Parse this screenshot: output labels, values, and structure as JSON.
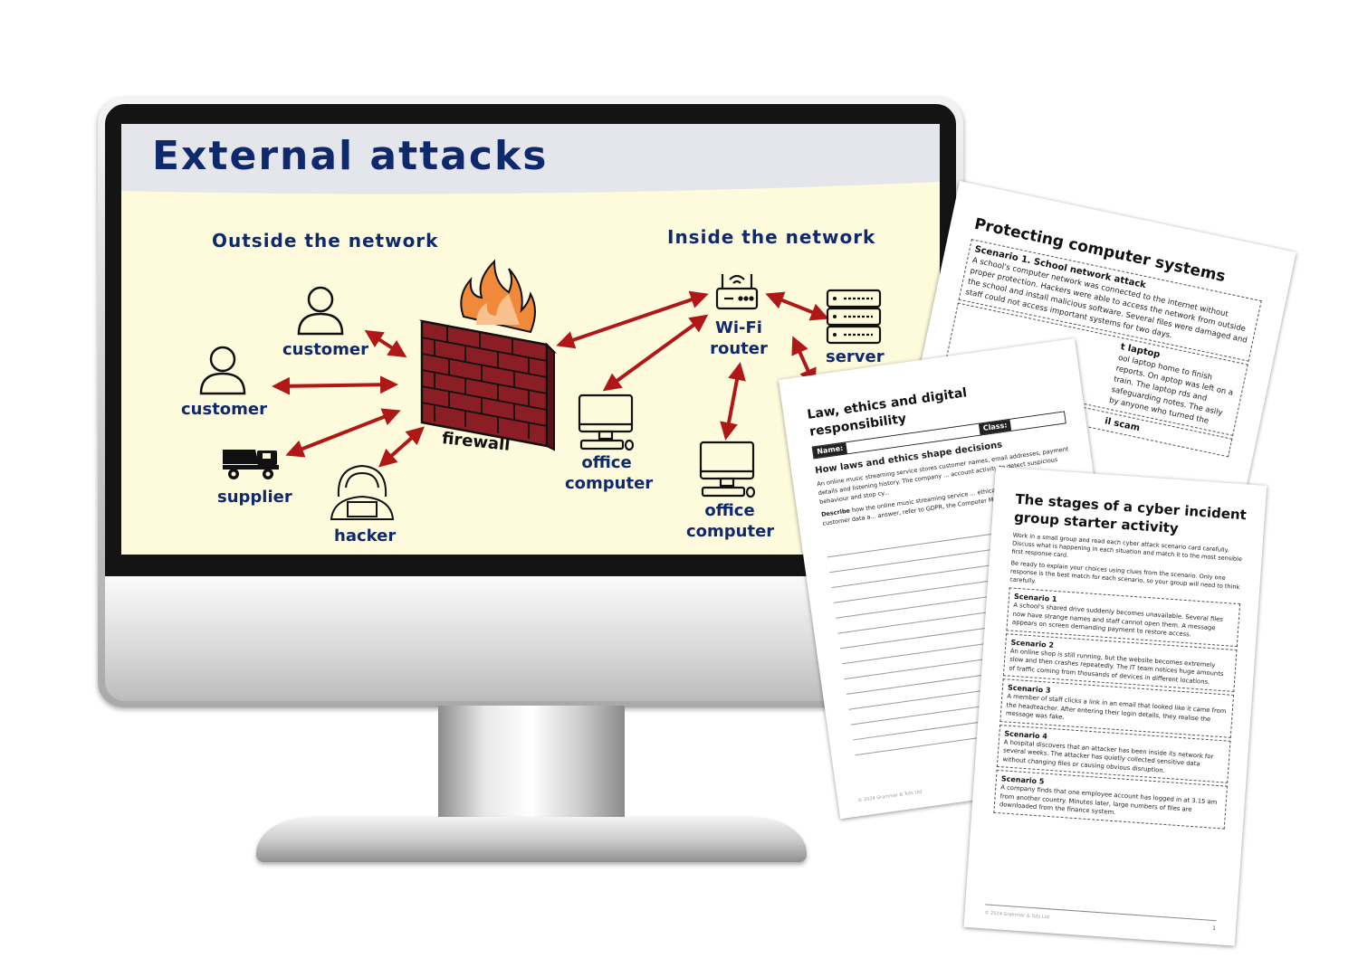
{
  "slide": {
    "title": "External attacks",
    "outside_label": "Outside the network",
    "inside_label": "Inside the network",
    "nodes": {
      "customer_1": "customer",
      "customer_2": "customer",
      "supplier": "supplier",
      "hacker": "hacker",
      "firewall": "firewall",
      "office_computer_1": [
        "office",
        "computer"
      ],
      "office_computer_2": [
        "office",
        "computer"
      ],
      "router": [
        "Wi-Fi",
        "router"
      ],
      "server": "server"
    },
    "colors": {
      "title": "#0f2a6c",
      "background": "#fefbdc",
      "header": "#e5e6ec",
      "arrow": "#b01818",
      "brick": "#8a1e24",
      "flame": "#f08a3a"
    }
  },
  "worksheet_protecting": {
    "title": "Protecting computer systems",
    "scenario_1_title": "Scenario 1. School network attack",
    "scenario_1_text": "A school's computer network was connected to the internet without proper protection. Hackers were able to access the network from outside the school and install malicious software. Several files were damaged and staff could not access important systems for two days.",
    "scenario_2_title_fragment": "t laptop",
    "scenario_2_text": "ool laptop home to finish reports. On aptop was left on a train. The laptop rds and safeguarding notes. The asily by anyone who turned the",
    "scenario_3_title_fragment": "il scam"
  },
  "worksheet_law": {
    "title": "Law, ethics and digital responsibility",
    "name_label": "Name:",
    "class_label": "Class:",
    "subheading": "How laws and ethics shape decisions",
    "paragraph": "An online music streaming service stores customer names, email addresses, payment details and listening history. The company ... account activity to detect suspicious behaviour and stop cy...",
    "task_label": "Describe",
    "task_text": "how the online music streaming service ... ethical thinking when protecting customer data a... answer, refer to GDPR, the Computer Misuse Ac...",
    "footer": "© 2024 Grammar & Tuts Ltd"
  },
  "worksheet_stages": {
    "title": "The stages of a cyber incident group starter activity",
    "intro_1": "Work in a small group and read each cyber attack scenario card carefully. Discuss what is happening in each situation and match it to the most sensible first response card.",
    "intro_2": "Be ready to explain your choices using clues from the scenario. Only one response is the best match for each scenario, so your group will need to think carefully.",
    "scenarios": [
      {
        "title": "Scenario 1",
        "text": "A school's shared drive suddenly becomes unavailable. Several files now have strange names and staff cannot open them. A message appears on screen demanding payment to restore access."
      },
      {
        "title": "Scenario 2",
        "text": "An online shop is still running, but the website becomes extremely slow and then crashes repeatedly. The IT team notices huge amounts of traffic coming from thousands of devices in different locations."
      },
      {
        "title": "Scenario 3",
        "text": "A member of staff clicks a link in an email that looked like it came from the headteacher. After entering their login details, they realise the message was fake."
      },
      {
        "title": "Scenario 4",
        "text": "A hospital discovers that an attacker has been inside its network for several weeks. The attacker has quietly collected sensitive data without changing files or causing obvious disruption."
      },
      {
        "title": "Scenario 5",
        "text": "A company finds that one employee account has logged in at 3.15 am from another country. Minutes later, large numbers of files are downloaded from the finance system."
      }
    ],
    "footer": "© 2024 Grammar & Tuts Ltd",
    "page_number": "1"
  }
}
